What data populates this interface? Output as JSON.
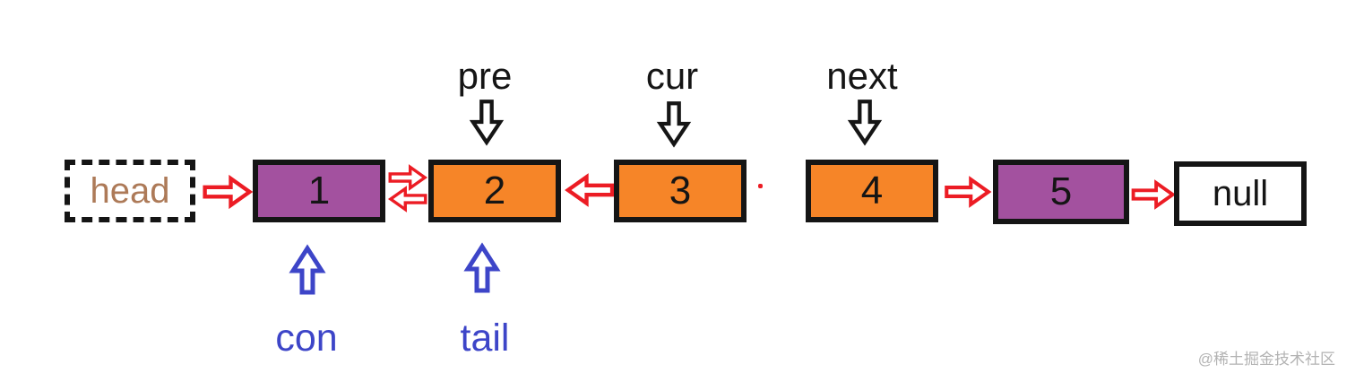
{
  "colors": {
    "purple": "#a3519f",
    "orange": "#f68528",
    "red": "#ec1c24",
    "blue": "#3d45c8",
    "head-text": "#ad7a58",
    "watermark": "#b3b3b3"
  },
  "list": {
    "head": {
      "label": "head"
    },
    "nodes": [
      {
        "label": "1",
        "color": "purple"
      },
      {
        "label": "2",
        "color": "orange"
      },
      {
        "label": "3",
        "color": "orange"
      },
      {
        "label": "4",
        "color": "orange"
      },
      {
        "label": "5",
        "color": "purple"
      }
    ],
    "tail_null": {
      "label": "null"
    }
  },
  "top_pointers": [
    {
      "label": "pre",
      "points_to": "2"
    },
    {
      "label": "cur",
      "points_to": "3"
    },
    {
      "label": "next",
      "points_to": "4"
    }
  ],
  "bottom_pointers": [
    {
      "label": "con",
      "points_to": "1"
    },
    {
      "label": "tail",
      "points_to": "2"
    }
  ],
  "watermark": "@稀土掘金技术社区"
}
